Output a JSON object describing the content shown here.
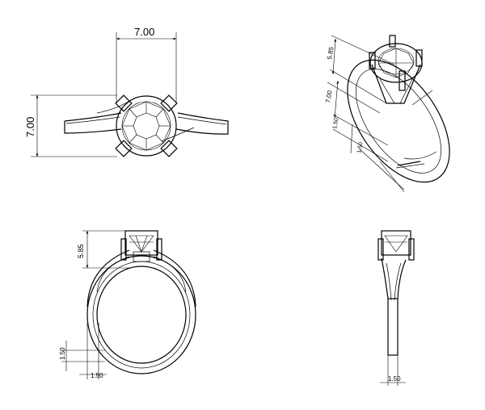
{
  "views": {
    "top": {
      "width_dim": "7.00",
      "height_dim": "7.00"
    },
    "iso": {
      "dim_a": "5.85",
      "dim_b": "7.00",
      "dim_c": "1.50",
      "dim_d": "1.50"
    },
    "front": {
      "height_dim": "5.85",
      "band_dim": "1.50",
      "width_dim": "1.50"
    },
    "side": {
      "width_dim": "1.50"
    }
  },
  "colors": {
    "line": "#000000",
    "background": "#ffffff"
  }
}
